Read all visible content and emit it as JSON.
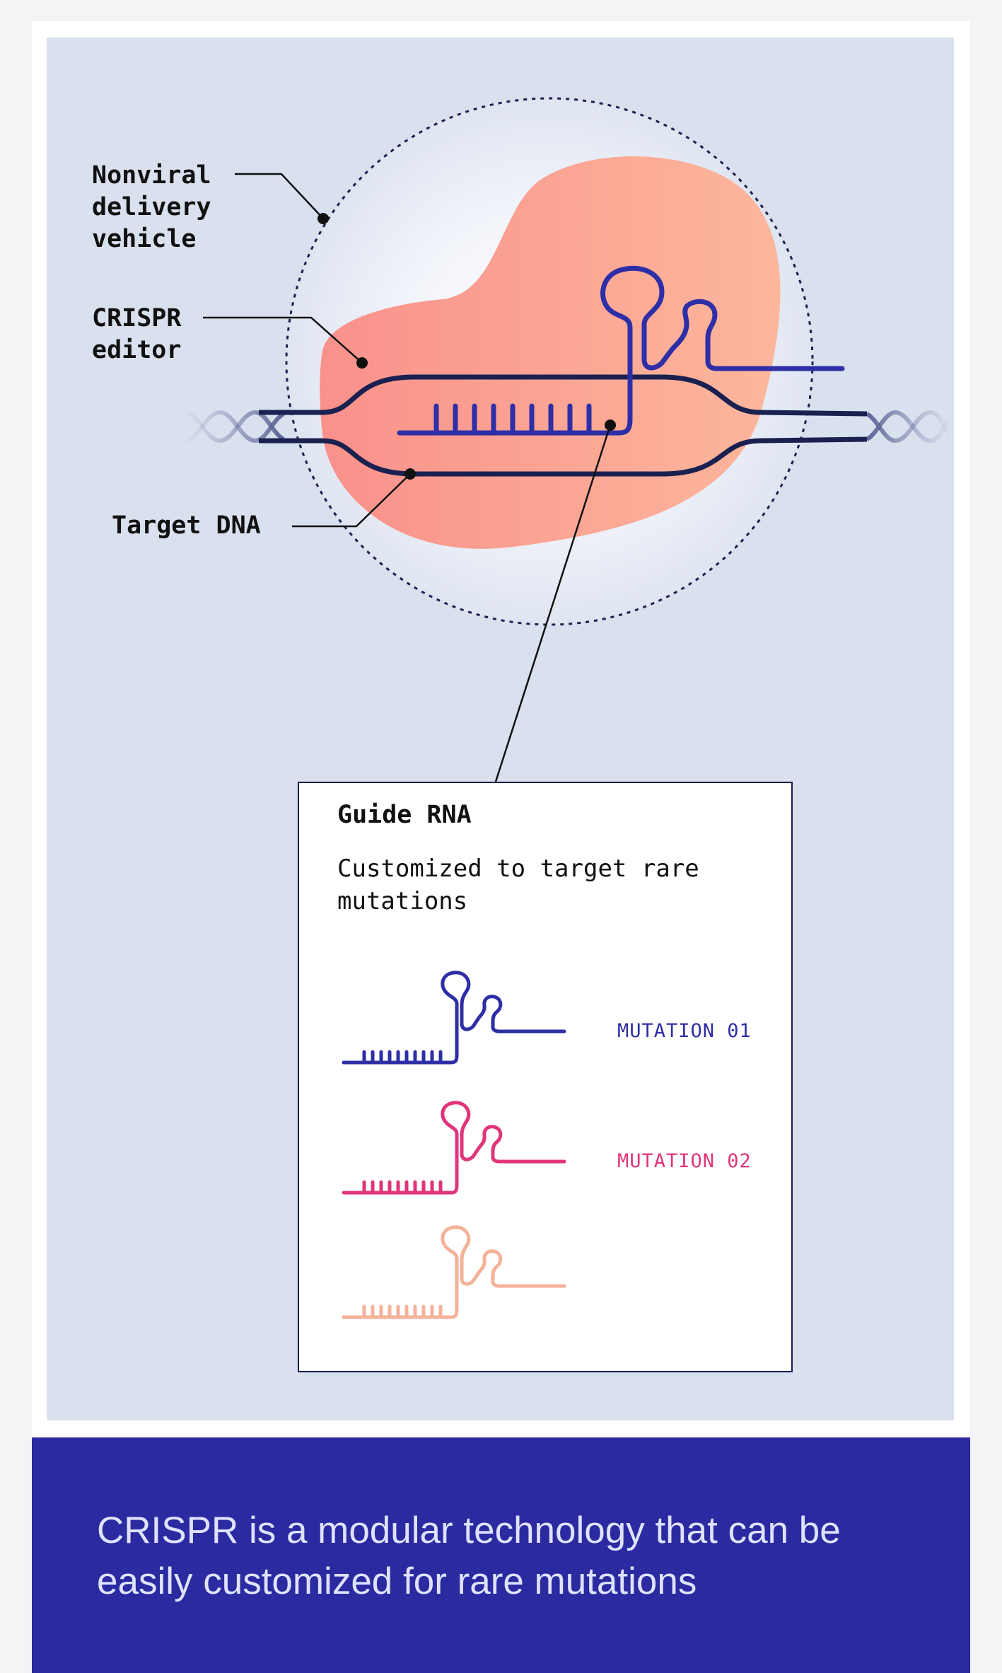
{
  "labels": {
    "delivery_vehicle": "Nonviral\ndelivery\nvehicle",
    "crispr_editor": "CRISPR\neditor",
    "target_dna": "Target DNA"
  },
  "guide_box": {
    "title": "Guide RNA",
    "description": "Customized to target rare mutations",
    "mutations": [
      {
        "label": "MUTATION 01",
        "color": "#2e2ea6"
      },
      {
        "label": "MUTATION 02",
        "color": "#e0357b"
      },
      {
        "label": "",
        "color": "#f4b29a"
      }
    ]
  },
  "caption": "CRISPR is a modular technology that can be easily customized for rare mutations",
  "colors": {
    "background_panel": "#d9e0ee",
    "editor_blob": "#f89a8c",
    "dna_strand": "#1a2150",
    "guide_rna": "#2e2ea6",
    "caption_bar": "#2b2aa0"
  }
}
